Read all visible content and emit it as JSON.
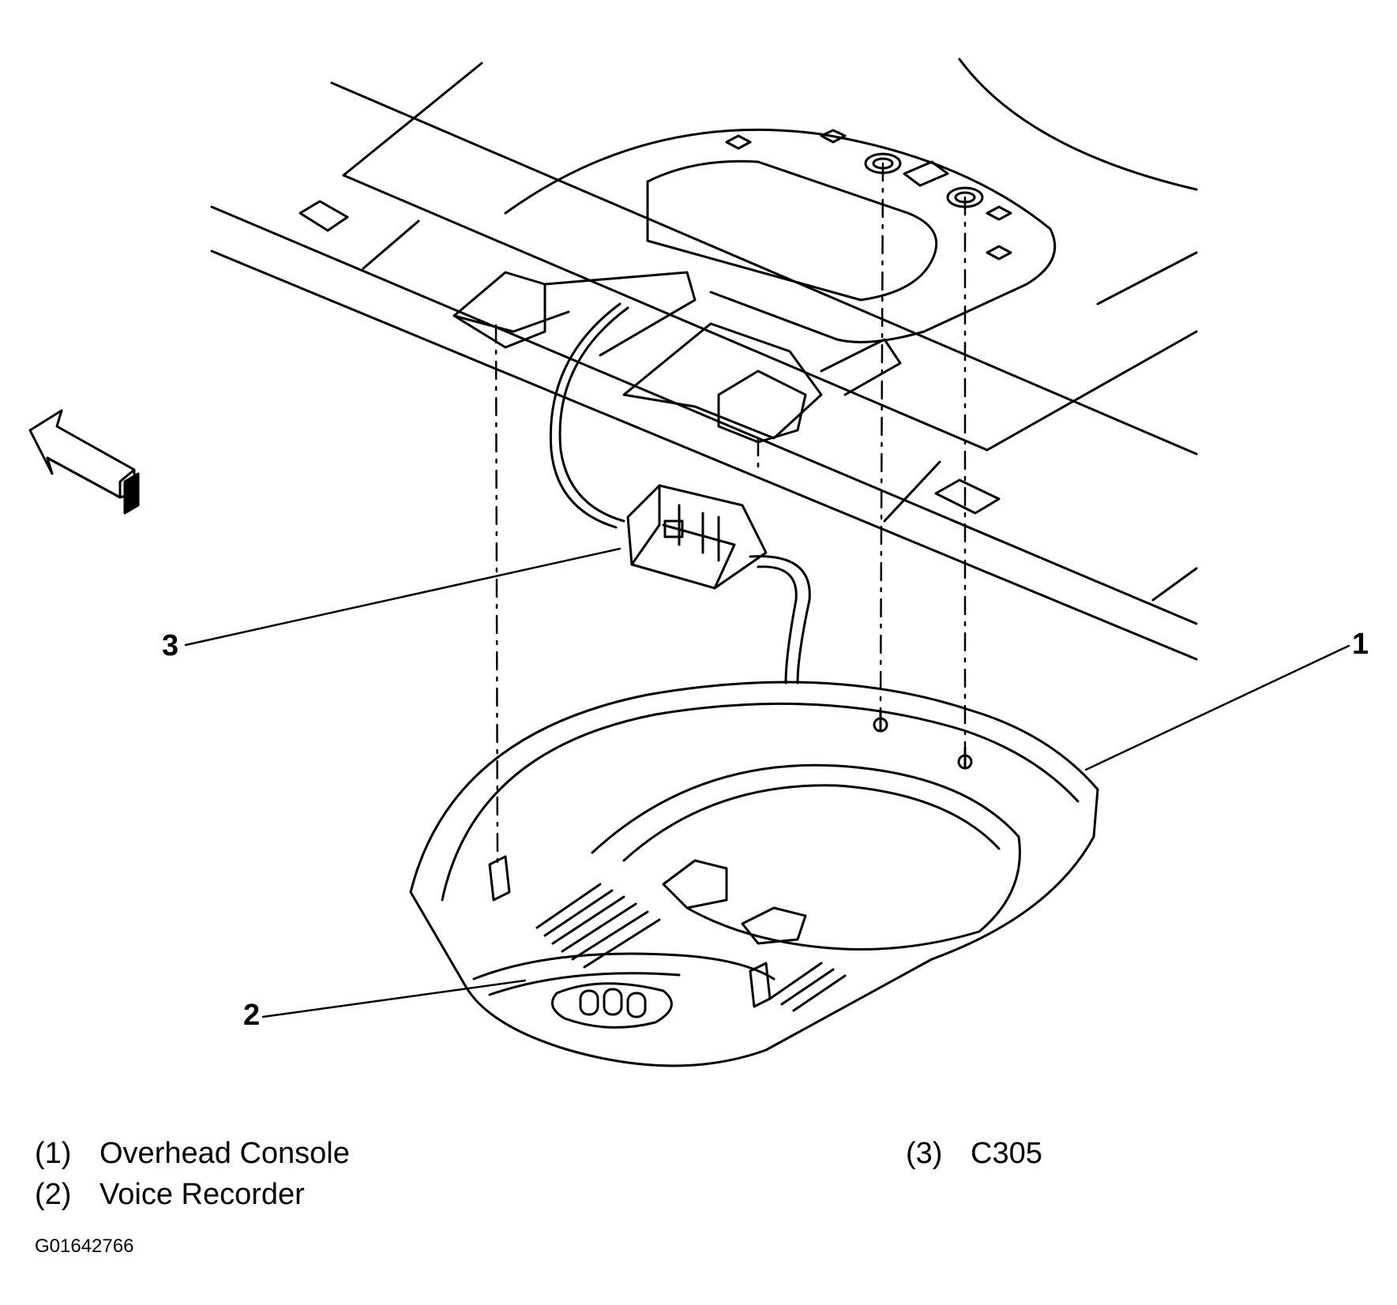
{
  "callouts": {
    "c1": "1",
    "c2": "2",
    "c3": "3"
  },
  "legend": [
    {
      "num": "(1)",
      "label": "Overhead Console"
    },
    {
      "num": "(2)",
      "label": "Voice Recorder"
    },
    {
      "num": "(3)",
      "label": "C305"
    }
  ],
  "figure_id": "G01642766",
  "icons": {
    "direction": "forward-arrow-icon"
  }
}
